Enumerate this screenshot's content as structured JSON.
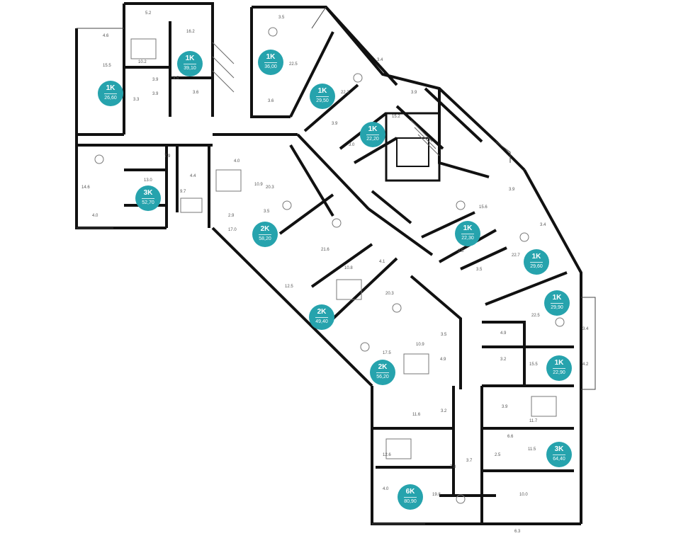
{
  "plan": {
    "apartments": [
      {
        "type": "1K",
        "area": "39,10"
      },
      {
        "type": "1K",
        "area": "26,60"
      },
      {
        "type": "1K",
        "area": "36,00"
      },
      {
        "type": "1K",
        "area": "29,50"
      },
      {
        "type": "1K",
        "area": "22,20"
      },
      {
        "type": "3K",
        "area": "52,70"
      },
      {
        "type": "2K",
        "area": "58,20"
      },
      {
        "type": "1K",
        "area": "22,30"
      },
      {
        "type": "1K",
        "area": "29,60"
      },
      {
        "type": "1K",
        "area": "29,90"
      },
      {
        "type": "2K",
        "area": "49,40"
      },
      {
        "type": "2K",
        "area": "56,20"
      },
      {
        "type": "1K",
        "area": "22,90"
      },
      {
        "type": "3K",
        "area": "64,40"
      },
      {
        "type": "6K",
        "area": "80,90"
      }
    ],
    "room_areas": [
      "5.2",
      "4.6",
      "16.2",
      "15.5",
      "10.2",
      "3.9",
      "3.3",
      "3.9",
      "3.6",
      "3.5",
      "22.5",
      "3.5",
      "3.6",
      "3.4",
      "22.3",
      "3.9",
      "15.2",
      "3.9",
      "3.0",
      "14.6",
      "7.9",
      "13.0",
      "4.4",
      "9.7",
      "4.0",
      "4.0",
      "10.9",
      "20.3",
      "3.5",
      "17.0",
      "21.6",
      "10.8",
      "4.1",
      "12.5",
      "20.3",
      "3.5",
      "10.9",
      "17.5",
      "4.9",
      "3.9",
      "15.6",
      "3.4",
      "22.7",
      "3.5",
      "2.5",
      "22.5",
      "3.4",
      "4.9",
      "3.2",
      "15.5",
      "4.2",
      "11.6",
      "3.2",
      "3.9",
      "11.7",
      "12.6",
      "7.8",
      "3.7",
      "2.5",
      "6.6",
      "11.5",
      "4.0",
      "19.8",
      "10.0",
      "6.3",
      "2.9"
    ]
  }
}
